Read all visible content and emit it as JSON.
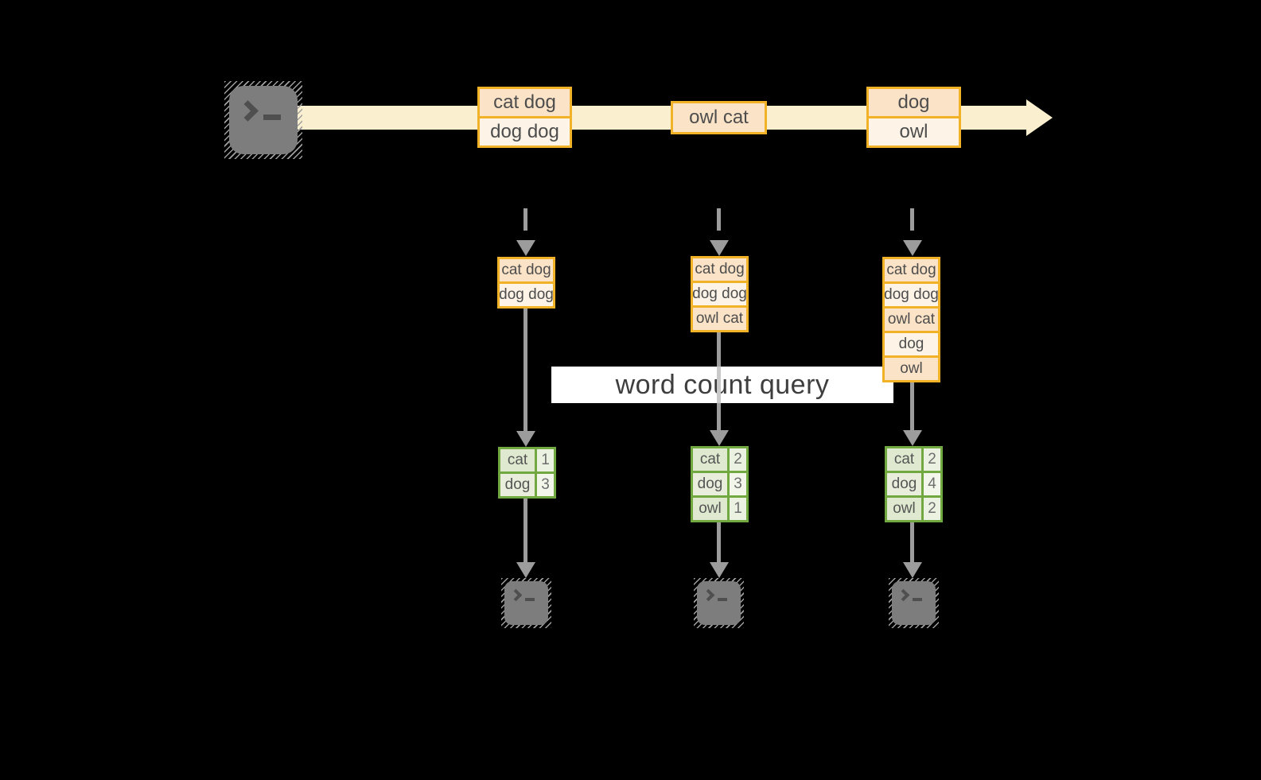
{
  "title": "word count query stream diagram",
  "query_label": "word count query",
  "icons": {
    "source": "terminal-icon",
    "outputs": [
      "terminal-icon",
      "terminal-icon",
      "terminal-icon"
    ]
  },
  "stream": {
    "messages": [
      {
        "lines": [
          "cat dog",
          "dog dog"
        ]
      },
      {
        "lines": [
          "owl cat"
        ]
      },
      {
        "lines": [
          "dog",
          "owl"
        ]
      }
    ]
  },
  "columns": [
    {
      "stack": [
        "cat dog",
        "dog dog"
      ],
      "counts": [
        {
          "word": "cat",
          "count": "1"
        },
        {
          "word": "dog",
          "count": "3"
        }
      ]
    },
    {
      "stack": [
        "cat dog",
        "dog dog",
        "owl cat"
      ],
      "counts": [
        {
          "word": "cat",
          "count": "2"
        },
        {
          "word": "dog",
          "count": "3"
        },
        {
          "word": "owl",
          "count": "1"
        }
      ]
    },
    {
      "stack": [
        "cat dog",
        "dog dog",
        "owl cat",
        "dog",
        "owl"
      ],
      "counts": [
        {
          "word": "cat",
          "count": "2"
        },
        {
          "word": "dog",
          "count": "4"
        },
        {
          "word": "owl",
          "count": "2"
        }
      ]
    }
  ],
  "colors": {
    "stream_band": "#faf0cf",
    "record_border": "#f1b227",
    "record_fill_dark": "#fbe3c7",
    "record_fill_light": "#fdf3e6",
    "table_border": "#72a840",
    "table_word_fill": "#dee9cf",
    "table_count_fill": "#ebf2e1",
    "arrow_gray": "#9c9c9c",
    "terminal_gray": "#7d7d7d",
    "query_band_bg": "#ffffff",
    "text": "#4d4d4d"
  }
}
